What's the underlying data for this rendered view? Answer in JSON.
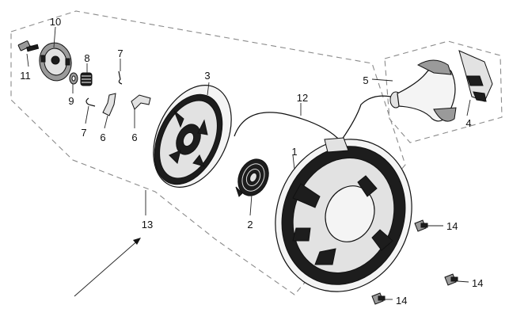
{
  "diagram": {
    "callouts": {
      "c1": "1",
      "c2": "2",
      "c3": "3",
      "c4": "4",
      "c5": "5",
      "c6a": "6",
      "c6b": "6",
      "c7a": "7",
      "c7b": "7",
      "c8": "8",
      "c9": "9",
      "c10": "10",
      "c11": "11",
      "c12": "12",
      "c13": "13",
      "c14a": "14",
      "c14b": "14",
      "c14c": "14"
    },
    "parts": [
      "recoil-housing-icon",
      "recoil-spring-icon",
      "rope-pulley-icon",
      "handle-insert-icon",
      "starter-handle-icon",
      "pawl-icon",
      "pawl-spring-icon",
      "spring-icon",
      "washer-icon",
      "friction-plate-icon",
      "center-bolt-icon",
      "starter-rope-icon",
      "flange-bolt-icon"
    ]
  }
}
